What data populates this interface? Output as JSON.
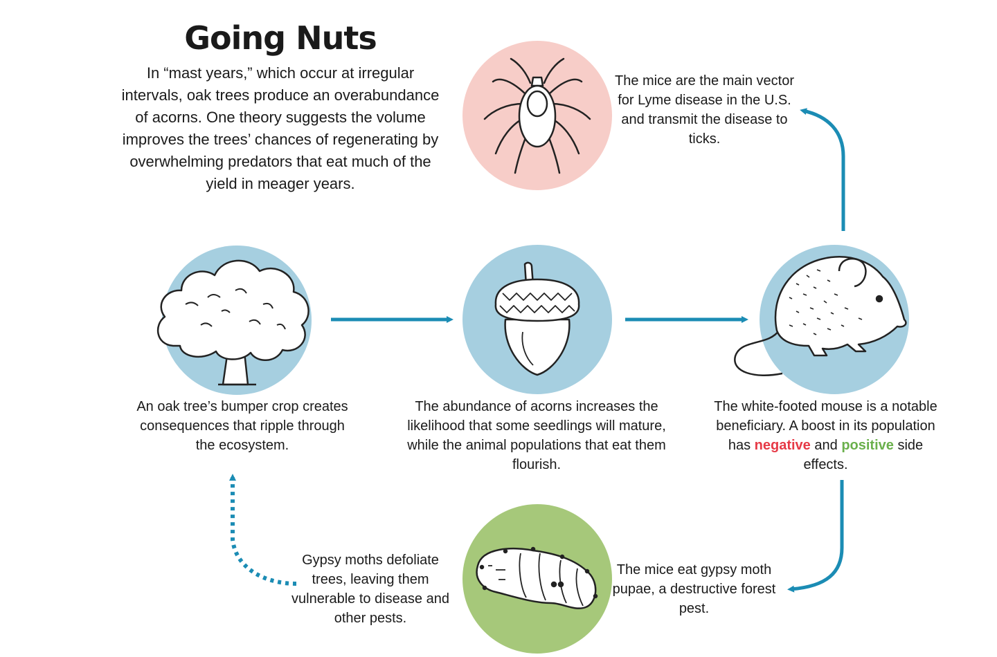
{
  "title": "Going Nuts",
  "intro": "In “mast years,” which occur at irregular intervals, oak trees produce an overabundance of acorns. One theory suggests the volume improves the trees’ chances of regenerating by overwhelming predators that eat much of the yield in meager years.",
  "nodes": {
    "oak": {
      "caption": "An oak tree’s bumper crop creates consequences that ripple through the ecosystem.",
      "icon": "oak-tree-icon"
    },
    "acorn": {
      "caption": "The abundance of acorns increases the likelihood that some seedlings will mature, while the animal populations that eat them flourish.",
      "icon": "acorn-icon"
    },
    "mouse": {
      "caption_start": "The white-footed mouse is a notable beneficiary. A boost in its population has",
      "negative": "negative",
      "and": "and",
      "positive": "positive",
      "caption_end": "side effects.",
      "icon": "mouse-icon"
    },
    "tick": {
      "caption": "The mice are the main vector for Lyme disease in the U.S. and transmit the disease to ticks.",
      "icon": "tick-icon"
    },
    "pupa": {
      "caption": "The mice eat gypsy moth pupae, a destructive forest pest.",
      "icon": "moth-pupa-icon"
    },
    "moth": {
      "caption": "Gypsy moths defoliate trees, leaving them vulnerable to disease and other pests."
    }
  },
  "colors": {
    "circle_blue": "#a6cfe0",
    "circle_pink": "#f7cdc8",
    "circle_green": "#a6c87a",
    "arrow": "#1b8cb4",
    "negative": "#e63946",
    "positive": "#6ab04c"
  }
}
